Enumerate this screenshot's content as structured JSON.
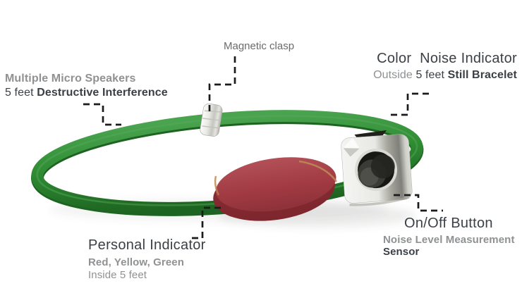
{
  "diagram_title": "Noise-cancelling bracelet annotated diagram",
  "colors": {
    "background": "#ffffff",
    "band_green": "#2f8c33",
    "band_green_light": "#4aa34f",
    "band_green_dark": "#1d6321",
    "indicator_red": "#a23b43",
    "indicator_red_light": "#b25058",
    "indicator_red_dark": "#7e262d",
    "clasp_silver": "#e9e9e5",
    "module_light": "#f4f4f2",
    "module_shadow": "#80807a",
    "sensor_black": "#171714",
    "text_dark": "#3b4046",
    "text_gray": "#8f9193",
    "label_gray": "#6b6b6b",
    "connector_dark": "#1b1b1b"
  },
  "labels": {
    "magnetic_clasp": {
      "label": "Magnetic clasp"
    },
    "color_noise_indicator": {
      "title": "Color  Noise Indicator",
      "subtitle_prefix": "Outside ",
      "subtitle_mid": "5 feet ",
      "subtitle_bold": "Still Bracelet"
    },
    "micro_speakers": {
      "title": "Multiple Micro Speakers",
      "subtitle_prefix": "5 feet ",
      "subtitle_bold": "Destructive Interference"
    },
    "personal_indicator": {
      "title": "Personal Indicator",
      "line2": "Red, Yellow, Green",
      "line3": "Inside 5 feet"
    },
    "on_off_button": {
      "title": "On/Off Button"
    },
    "noise_sensor": {
      "line1": "Noise Level Measurement",
      "line2": "Sensor"
    }
  }
}
